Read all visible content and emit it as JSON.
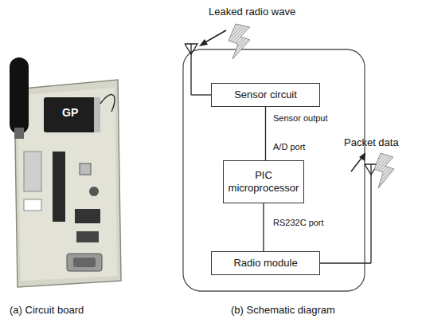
{
  "diagram": {
    "nodes": [
      {
        "text": [
          "Sensor circuit"
        ]
      },
      {
        "text": [
          "PIC microprocessor"
        ]
      },
      {
        "text": [
          "Radio module"
        ]
      }
    ],
    "edges": [
      {
        "from": 0,
        "to": 1,
        "arrow": "none"
      },
      {
        "from": 1,
        "to": 2,
        "arrow": "none"
      }
    ],
    "labels": [
      "Leaked radio wave",
      "Sensor output",
      "A/D port",
      "RS232C port",
      "Packet data",
      "GP",
      "(a) Circuit board",
      "(b) Schematic diagram"
    ]
  }
}
